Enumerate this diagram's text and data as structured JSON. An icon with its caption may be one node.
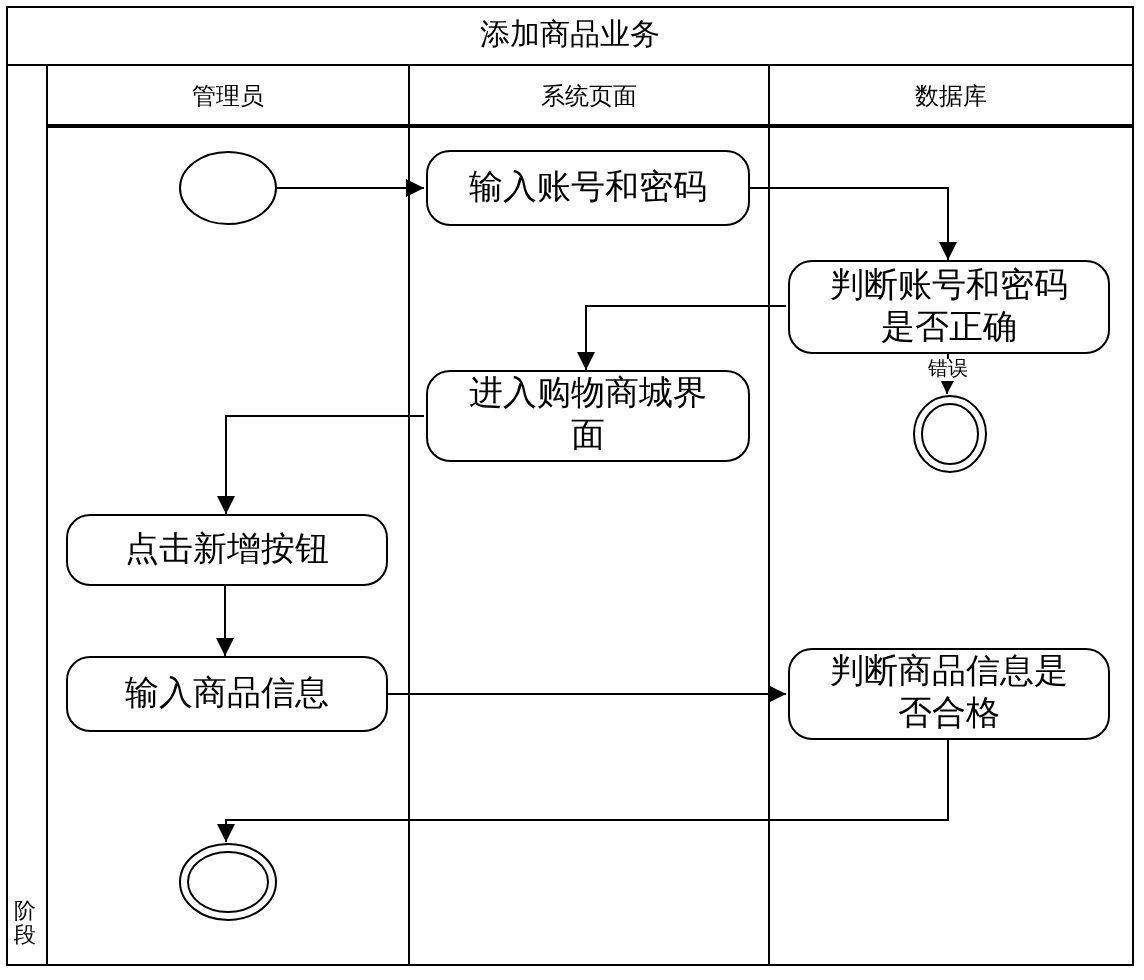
{
  "diagram": {
    "title": "添加商品业务",
    "nodes": [
      {
        "text": [
          "管理员"
        ]
      },
      {
        "text": [
          "系统页面"
        ]
      },
      {
        "text": [
          "数据库"
        ]
      },
      {
        "text": [],
        "shape": "circle",
        "in": 0
      },
      {
        "text": [
          "输入账号和密码"
        ],
        "in": 1
      },
      {
        "text": [
          "判断账号和密码是否正确"
        ],
        "in": 2
      },
      {
        "text": [],
        "shape": "circle",
        "in": 2
      },
      {
        "text": [
          "进入购物商城界面"
        ],
        "in": 1
      },
      {
        "text": [
          "点击新增按钮"
        ],
        "in": 0
      },
      {
        "text": [
          "输入商品信息"
        ],
        "in": 0
      },
      {
        "text": [
          "判断商品信息是否合格"
        ],
        "in": 2
      },
      {
        "text": [],
        "shape": "circle",
        "in": 0
      }
    ],
    "edges": [
      {
        "from": 3,
        "to": 4,
        "arrow": "to"
      },
      {
        "from": 4,
        "to": 5,
        "arrow": "to"
      },
      {
        "from": 5,
        "to": 6,
        "arrow": "to",
        "label": "错误"
      },
      {
        "from": 5,
        "to": 7,
        "arrow": "to"
      },
      {
        "from": 7,
        "to": 8,
        "arrow": "to"
      },
      {
        "from": 8,
        "to": 9,
        "arrow": "to"
      },
      {
        "from": 9,
        "to": 10,
        "arrow": "to"
      },
      {
        "from": 10,
        "to": 11,
        "arrow": "to"
      }
    ],
    "labels": [
      "阶段"
    ]
  }
}
